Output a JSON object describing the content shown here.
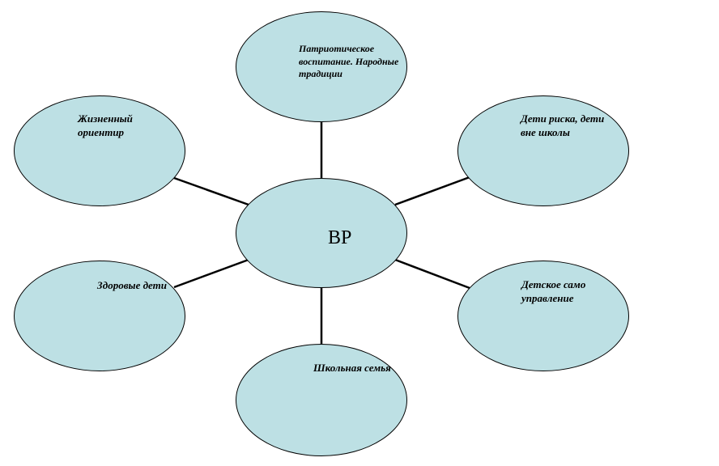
{
  "diagram": {
    "center": "ВР",
    "nodes": {
      "top": "Патриотическое\nвоспитание. Народные\nтрадиции",
      "top_left": "Жизненный\nориентир",
      "top_right": "Дети риска, дети\nвне школы",
      "bottom_left": "Здоровые дети",
      "bottom_right": "Детское само\nуправление",
      "bottom": "Школьная семья"
    },
    "colors": {
      "node_fill": "#bde0e4",
      "outline": "#000000",
      "connector": "#000000"
    }
  }
}
